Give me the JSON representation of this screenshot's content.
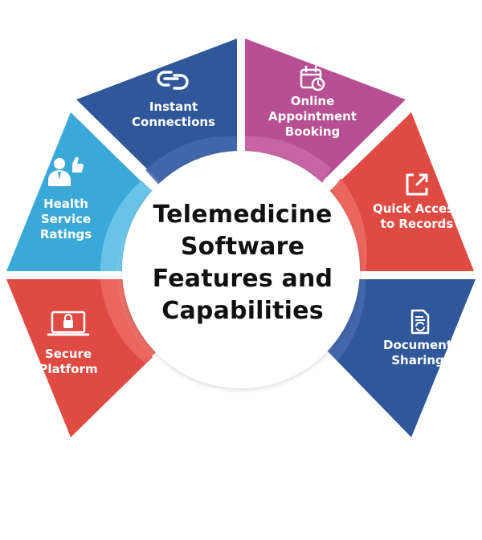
{
  "center": {
    "line1": "Telemedicine",
    "line2": "Software",
    "line3": "Features and",
    "line4": "Capabilities"
  },
  "segments": [
    {
      "lines": [
        "Instant",
        "Connections"
      ],
      "icon": "link-icon",
      "color": "#2f5799"
    },
    {
      "lines": [
        "Online",
        "Appointment",
        "Booking"
      ],
      "icon": "calendar-clock-icon",
      "color": "#b84f93"
    },
    {
      "lines": [
        "Quick Access",
        "to Records"
      ],
      "icon": "export-icon",
      "color": "#df4b43"
    },
    {
      "lines": [
        "Document",
        "Sharing"
      ],
      "icon": "document-icon",
      "color": "#2f5799"
    },
    {
      "lines": [
        "Secure",
        "Platform"
      ],
      "icon": "laptop-lock-icon",
      "color": "#df4b43"
    },
    {
      "lines": [
        "Health",
        "Service",
        "Ratings"
      ],
      "icon": "rating-thumbs-up-icon",
      "color": "#3ba9d8"
    }
  ]
}
